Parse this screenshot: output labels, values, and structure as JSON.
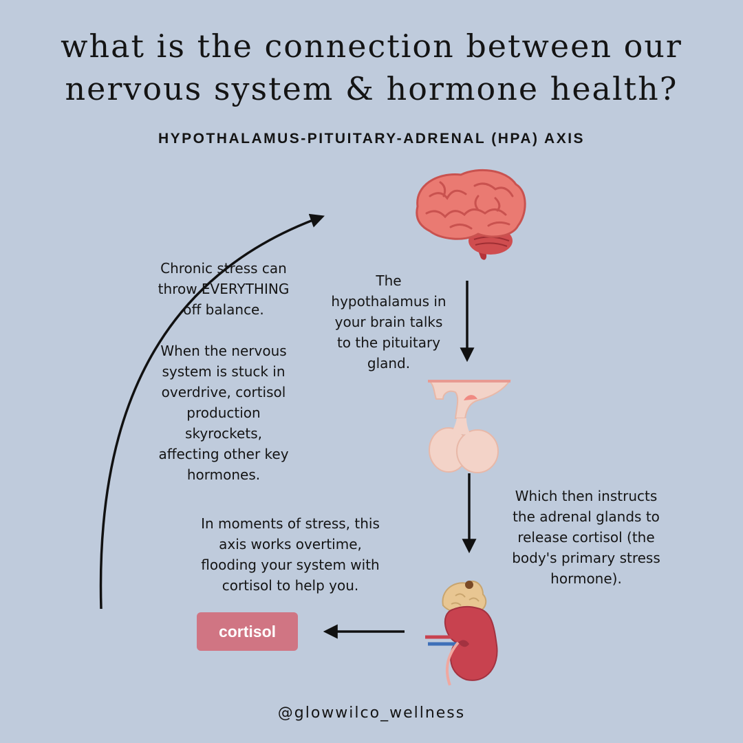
{
  "header": {
    "title_lines": [
      "what is the connection between our",
      "nervous system & hormone health?"
    ],
    "subtitle": "HYPOTHALAMUS-PITUITARY-ADRENAL (HPA) AXIS"
  },
  "notes": {
    "chronic_stress": [
      "Chronic stress can",
      "throw EVERYTHING",
      "off balance."
    ],
    "nervous_system": [
      "When the nervous",
      "system is stuck in",
      "overdrive, cortisol",
      "production",
      "skyrockets,",
      "affecting other key",
      "hormones."
    ],
    "hypothalamus": [
      "The",
      "hypothalamus in",
      "your brain talks",
      "to the pituitary",
      "gland."
    ],
    "adrenal": [
      "Which then instructs",
      "the adrenal glands to",
      "release cortisol (the",
      "body's primary stress",
      "hormone)."
    ],
    "stress_moments": [
      "In moments of stress, this",
      "axis works overtime,",
      "flooding your system with",
      "cortisol to help you."
    ]
  },
  "cortisol_label": "cortisol",
  "footer_handle": "@glowwilco_wellness",
  "colors": {
    "background": "#bfcbdc",
    "cortisol_badge": "#d07583",
    "brain": "#ea7a72",
    "pituitary": "#f3d3c8",
    "kidney": "#c8424f"
  },
  "icons": [
    "brain-icon",
    "pituitary-gland-icon",
    "adrenal-kidney-icon"
  ]
}
